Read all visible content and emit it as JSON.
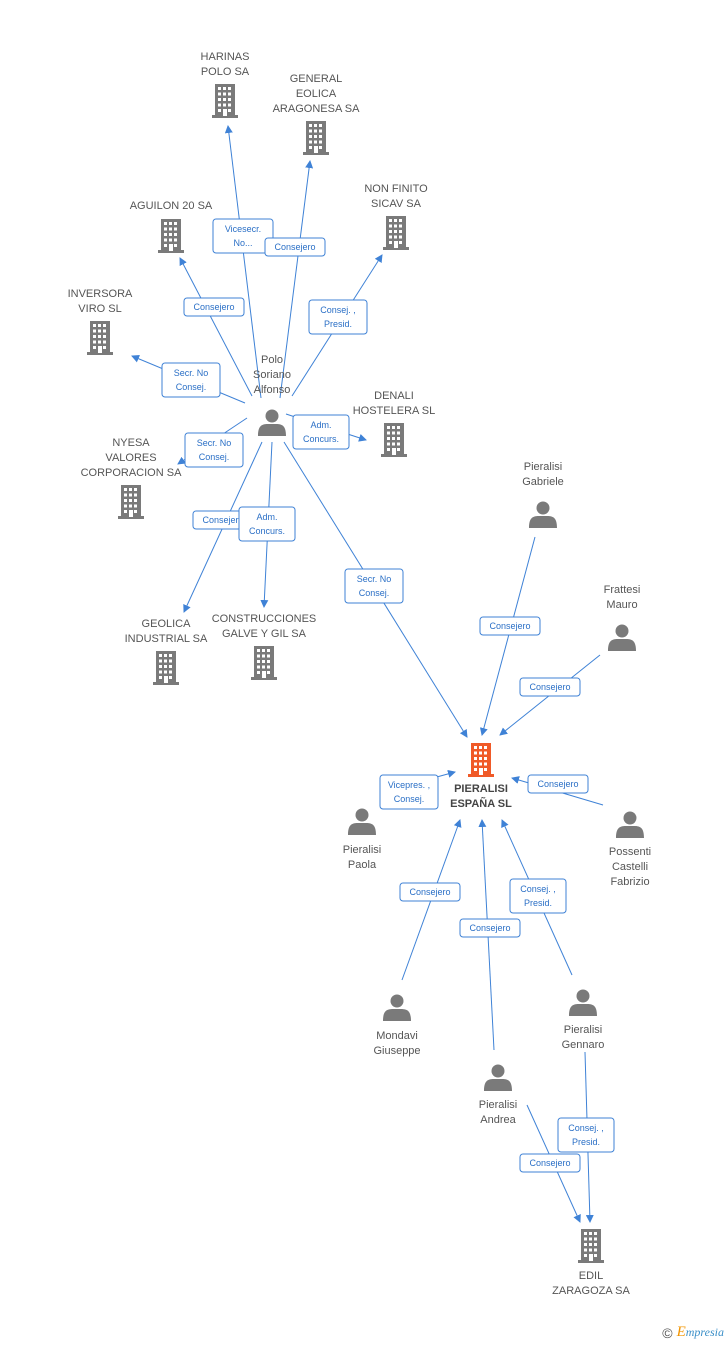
{
  "colors": {
    "edge": "#3f82d6",
    "company": "#7a7a7a",
    "person": "#7a7a7a",
    "focus": "#f05a28"
  },
  "footer": {
    "copyright": "©",
    "brand_first": "E",
    "brand_rest": "mpresia"
  },
  "nodes": [
    {
      "id": "harinas",
      "type": "company",
      "lines": [
        "HARINAS",
        "POLO SA"
      ]
    },
    {
      "id": "general",
      "type": "company",
      "lines": [
        "GENERAL",
        "EOLICA",
        "ARAGONESA SA"
      ]
    },
    {
      "id": "aguilon",
      "type": "company",
      "lines": [
        "AGUILON 20 SA"
      ]
    },
    {
      "id": "nonfinito",
      "type": "company",
      "lines": [
        "NON FINITO",
        "SICAV SA"
      ]
    },
    {
      "id": "inversora",
      "type": "company",
      "lines": [
        "INVERSORA",
        "VIRO SL"
      ]
    },
    {
      "id": "denali",
      "type": "company",
      "lines": [
        "DENALI",
        "HOSTELERA SL"
      ]
    },
    {
      "id": "nyesa",
      "type": "company",
      "lines": [
        "NYESA",
        "VALORES",
        "CORPORACION SA"
      ]
    },
    {
      "id": "geolica",
      "type": "company",
      "lines": [
        "GEOLICA",
        "INDUSTRIAL SA"
      ]
    },
    {
      "id": "construcciones",
      "type": "company",
      "lines": [
        "CONSTRUCCIONES",
        "GALVE Y GIL SA"
      ]
    },
    {
      "id": "pieralisi_esp",
      "type": "focus",
      "lines": [
        "PIERALISI",
        "ESPAÑA SL"
      ]
    },
    {
      "id": "edil",
      "type": "company",
      "lines": [
        "EDIL",
        "ZARAGOZA SA"
      ]
    },
    {
      "id": "polo",
      "type": "person",
      "lines": [
        "Polo",
        "Soriano",
        "Alfonso"
      ]
    },
    {
      "id": "gabriele",
      "type": "person",
      "lines": [
        "Pieralisi",
        "Gabriele"
      ]
    },
    {
      "id": "frattesi",
      "type": "person",
      "lines": [
        "Frattesi",
        "Mauro"
      ]
    },
    {
      "id": "paola",
      "type": "person",
      "lines": [
        "Pieralisi",
        "Paola"
      ]
    },
    {
      "id": "possenti",
      "type": "person",
      "lines": [
        "Possenti",
        "Castelli",
        "Fabrizio"
      ]
    },
    {
      "id": "mondavi",
      "type": "person",
      "lines": [
        "Mondavi",
        "Giuseppe"
      ]
    },
    {
      "id": "gennaro",
      "type": "person",
      "lines": [
        "Pieralisi",
        "Gennaro"
      ]
    },
    {
      "id": "andrea",
      "type": "person",
      "lines": [
        "Pieralisi",
        "Andrea"
      ]
    }
  ],
  "edges": [
    {
      "from": "polo",
      "to": "harinas",
      "label": [
        "Vicesecr.",
        "No..."
      ]
    },
    {
      "from": "polo",
      "to": "general",
      "label": [
        "Consejero"
      ]
    },
    {
      "from": "polo",
      "to": "aguilon",
      "label": [
        "Consejero"
      ]
    },
    {
      "from": "polo",
      "to": "nonfinito",
      "label": [
        "Consej. ,",
        "Presid."
      ]
    },
    {
      "from": "polo",
      "to": "inversora",
      "label": [
        "Secr.  No",
        "Consej."
      ]
    },
    {
      "from": "polo",
      "to": "nyesa",
      "label": [
        "Secr.  No",
        "Consej."
      ]
    },
    {
      "from": "polo",
      "to": "denali",
      "label": [
        "Adm.",
        "Concurs."
      ]
    },
    {
      "from": "polo",
      "to": "geolica",
      "label": [
        "Consejero"
      ]
    },
    {
      "from": "polo",
      "to": "construcciones",
      "label": [
        "Adm.",
        "Concurs."
      ]
    },
    {
      "from": "polo",
      "to": "pieralisi_esp",
      "label": [
        "Secr.  No",
        "Consej."
      ]
    },
    {
      "from": "gabriele",
      "to": "pieralisi_esp",
      "label": [
        "Consejero"
      ]
    },
    {
      "from": "frattesi",
      "to": "pieralisi_esp",
      "label": [
        "Consejero"
      ]
    },
    {
      "from": "paola",
      "to": "pieralisi_esp",
      "label": [
        "Vicepres. ,",
        "Consej."
      ]
    },
    {
      "from": "possenti",
      "to": "pieralisi_esp",
      "label": [
        "Consejero"
      ]
    },
    {
      "from": "mondavi",
      "to": "pieralisi_esp",
      "label": [
        "Consejero"
      ]
    },
    {
      "from": "andrea",
      "to": "pieralisi_esp",
      "label": [
        "Consejero"
      ]
    },
    {
      "from": "gennaro",
      "to": "pieralisi_esp",
      "label": [
        "Consej. ,",
        "Presid."
      ]
    },
    {
      "from": "gennaro",
      "to": "edil",
      "label": [
        "Consej. ,",
        "Presid."
      ]
    },
    {
      "from": "andrea",
      "to": "edil",
      "label": [
        "Consejero"
      ]
    }
  ]
}
